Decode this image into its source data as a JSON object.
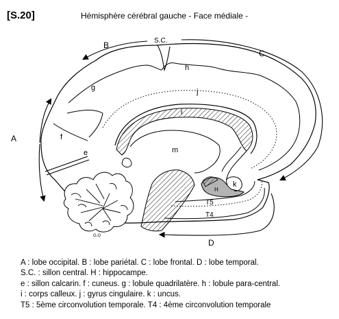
{
  "figure": {
    "plate_id": "[S.20]",
    "title": "Hémisphère cérébral gauche - Face médiale -",
    "labels": {
      "sc": "S.C.",
      "h": "h",
      "B": "B",
      "C": "C",
      "g": "g",
      "j": "j",
      "i": "i",
      "f": "f",
      "A": "A",
      "e": "e",
      "m": "m",
      "H": "H",
      "k": "k",
      "T5": "T5",
      "T4": "T4",
      "D": "D",
      "go": "G.O"
    },
    "colors": {
      "hatch": "#000000",
      "hippocampus_fill": "#b3b3b3"
    }
  },
  "legend": [
    "A : lobe occipital.  B : lobe pariétal.  C : lobe frontal.  D : lobe temporal.",
    " S.C.  : sillon central.  H : hippocampe.",
    "e : sillon calcarin.  f : cuneus.  g : lobule quadrilatère.  h : lobule para-central.",
    " i : corps calleux.  j : gyrus cingulaire. k : uncus.",
    "T5 : 5ème circonvolution temporale. T4 : 4ème circonvolution temporale"
  ]
}
